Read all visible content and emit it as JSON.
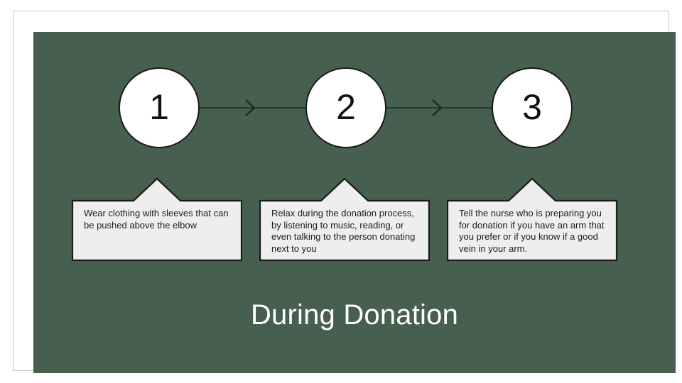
{
  "slide": {
    "title": "During Donation",
    "background_color": "#465f4e",
    "frame_border_color": "#c8c8c8",
    "canvas_color": "#ffffff"
  },
  "process": {
    "line_color": "#1f2d22",
    "box_fill_color": "#eeeeee",
    "box_border_color": "#1a1a1a",
    "circle_fill_color": "#ffffff",
    "circle_border_color": "#1a1a1a",
    "steps": [
      {
        "number": "1",
        "text": "Wear clothing with sleeves that can be pushed above the elbow"
      },
      {
        "number": "2",
        "text": "Relax during the donation process, by listening to music, reading, or even talking to the person donating next to you"
      },
      {
        "number": "3",
        "text": "Tell the nurse who is preparing you for donation if you have an arm that you prefer or if you know if a good vein in your arm."
      }
    ],
    "connectors": [
      {
        "icon": "chevron-right-icon"
      },
      {
        "icon": "chevron-right-icon"
      }
    ]
  }
}
